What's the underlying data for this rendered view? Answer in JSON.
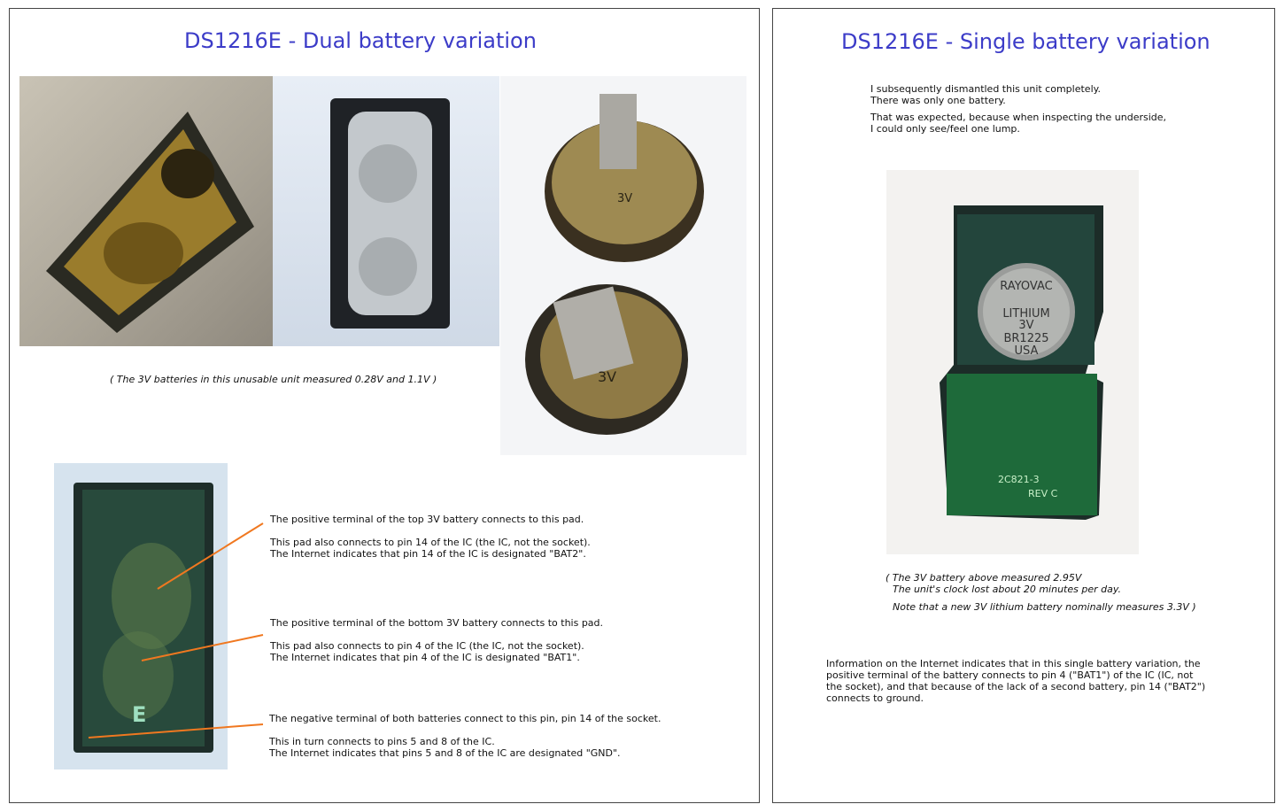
{
  "left": {
    "title": "DS1216E - Dual battery variation",
    "caption": "( The 3V batteries in this unusable unit measured 0.28V and 1.1V )",
    "annotations": [
      {
        "line1": "The positive terminal of the top 3V battery connects to this pad.",
        "line2": "This pad also connects to pin 14 of the IC (the IC, not the socket).",
        "line3": "The Internet indicates that pin 14 of the IC is designated \"BAT2\"."
      },
      {
        "line1": "The positive terminal of the bottom 3V battery connects to this pad.",
        "line2": "This pad also connects to pin 4 of the IC (the IC, not the socket).",
        "line3": "The Internet indicates that pin 4 of the IC is designated \"BAT1\"."
      },
      {
        "line1": "The negative terminal of both batteries connect to this pin, pin 14 of the socket.",
        "line2": "This in turn connects to pins 5 and 8 of the IC.",
        "line3": "The Internet indicates that pins 5 and 8 of the IC are designated \"GND\"."
      }
    ],
    "photo_labels": {
      "coin_top": "3V",
      "coin_bottom": "3V",
      "pcb_mark": "E"
    }
  },
  "right": {
    "title": "DS1216E - Single battery variation",
    "intro": [
      "I subsequently dismantled this unit completely.",
      "There was only one battery.",
      "That was expected, because when inspecting the underside,",
      "I could only see/feel one lump."
    ],
    "caption": [
      "( The 3V battery above measured 2.95V",
      "The unit's clock lost about 20 minutes per day.",
      "Note that a new 3V lithium battery nominally measures 3.3V )"
    ],
    "info": [
      "Information on the Internet indicates that in this single battery variation, the",
      "positive terminal of the battery connects to pin 4 (\"BAT1\") of the IC (IC, not",
      "the socket), and that because of the lack of a second battery, pin 14 (\"BAT2\")",
      "connects to ground."
    ],
    "battery_label": [
      "RAYOVAC",
      "LITHIUM",
      "3V",
      "BR1225",
      "USA"
    ],
    "pcb_label": [
      "2C821-3",
      "REV C"
    ]
  },
  "colors": {
    "title": "#3c3cc8",
    "pointer": "#f07820"
  }
}
